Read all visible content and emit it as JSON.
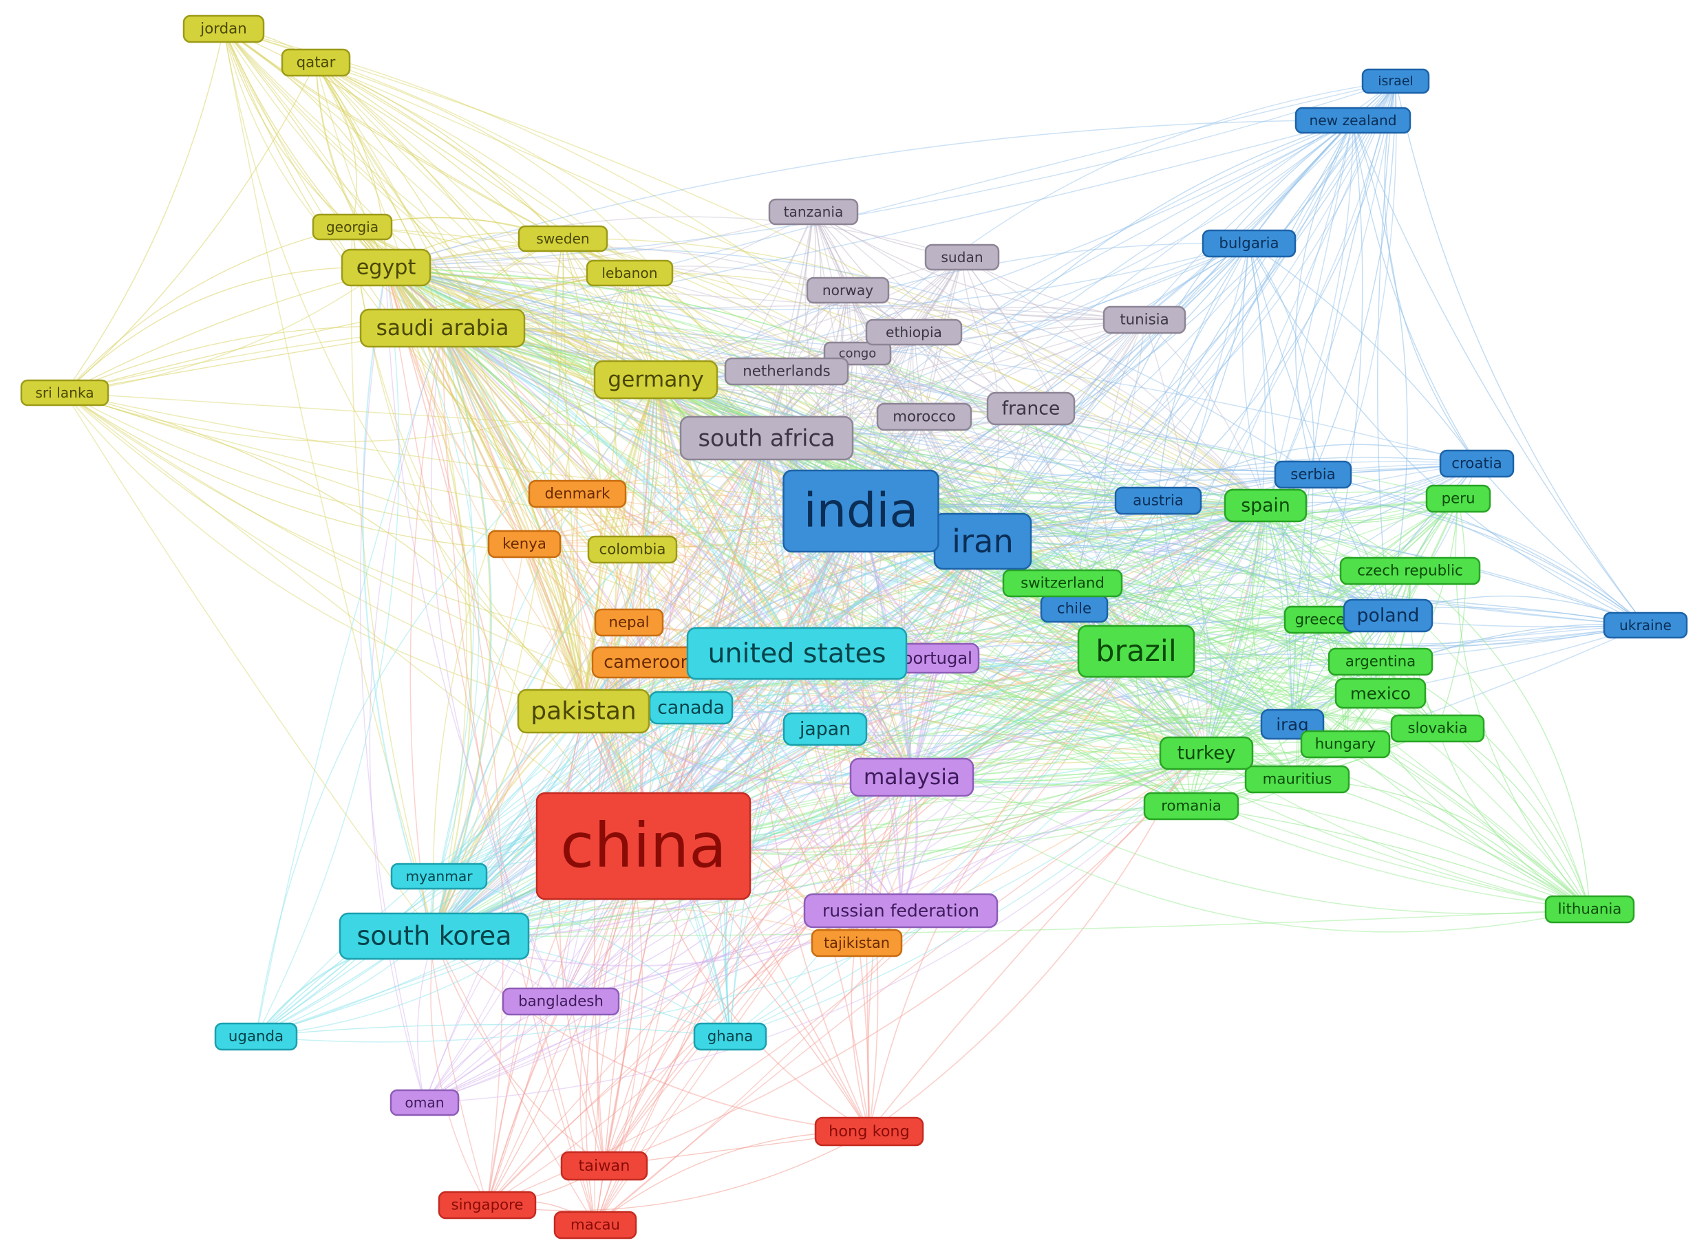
{
  "cluster_colors": {
    "red": {
      "fill": "#f0463a",
      "stroke": "#c42a20",
      "text": "#8a0b06",
      "edge": "#f39a90"
    },
    "yellow": {
      "fill": "#d4d23a",
      "stroke": "#9c9a18",
      "text": "#4a4806",
      "edge": "#d8d260"
    },
    "gray": {
      "fill": "#bcb4c4",
      "stroke": "#8d8595",
      "text": "#3c3644",
      "edge": "#c4bccc"
    },
    "blue": {
      "fill": "#3a8fd8",
      "stroke": "#1c62a8",
      "text": "#0b2e57",
      "edge": "#8cbde8"
    },
    "green": {
      "fill": "#4fe04a",
      "stroke": "#28a424",
      "text": "#0c4a0a",
      "edge": "#8ee888"
    },
    "orange": {
      "fill": "#f79a34",
      "stroke": "#c86c10",
      "text": "#6a2a00",
      "edge": "#f6b880"
    },
    "cyan": {
      "fill": "#3dd6e4",
      "stroke": "#1aa0ae",
      "text": "#06434a",
      "edge": "#86e2ea"
    },
    "purple": {
      "fill": "#c690ea",
      "stroke": "#8d5cb8",
      "text": "#3e1a5c",
      "edge": "#d2b0ee"
    }
  },
  "nodes": [
    {
      "id": "china",
      "label": "china",
      "cluster": "red",
      "weight": 10
    },
    {
      "id": "hong_kong",
      "label": "hong kong",
      "cluster": "red",
      "weight": 2
    },
    {
      "id": "taiwan",
      "label": "taiwan",
      "cluster": "red",
      "weight": 2
    },
    {
      "id": "singapore",
      "label": "singapore",
      "cluster": "red",
      "weight": 1.5
    },
    {
      "id": "macau",
      "label": "macau",
      "cluster": "red",
      "weight": 1.5
    },
    {
      "id": "jordan",
      "label": "jordan",
      "cluster": "yellow",
      "weight": 1.5
    },
    {
      "id": "qatar",
      "label": "qatar",
      "cluster": "yellow",
      "weight": 1.5
    },
    {
      "id": "georgia",
      "label": "georgia",
      "cluster": "yellow",
      "weight": 1.5
    },
    {
      "id": "sweden",
      "label": "sweden",
      "cluster": "yellow",
      "weight": 1.5
    },
    {
      "id": "egypt",
      "label": "egypt",
      "cluster": "yellow",
      "weight": 3
    },
    {
      "id": "lebanon",
      "label": "lebanon",
      "cluster": "yellow",
      "weight": 1.5
    },
    {
      "id": "saudi_arabia",
      "label": "saudi arabia",
      "cluster": "yellow",
      "weight": 3
    },
    {
      "id": "sri_lanka",
      "label": "sri lanka",
      "cluster": "yellow",
      "weight": 1.5
    },
    {
      "id": "germany",
      "label": "germany",
      "cluster": "yellow",
      "weight": 3
    },
    {
      "id": "colombia",
      "label": "colombia",
      "cluster": "yellow",
      "weight": 1.5
    },
    {
      "id": "pakistan",
      "label": "pakistan",
      "cluster": "yellow",
      "weight": 3.5
    },
    {
      "id": "tanzania",
      "label": "tanzania",
      "cluster": "gray",
      "weight": 1.5
    },
    {
      "id": "sudan",
      "label": "sudan",
      "cluster": "gray",
      "weight": 1.5
    },
    {
      "id": "norway",
      "label": "norway",
      "cluster": "gray",
      "weight": 1.5
    },
    {
      "id": "ethiopia",
      "label": "ethiopia",
      "cluster": "gray",
      "weight": 1.5
    },
    {
      "id": "congo",
      "label": "congo",
      "cluster": "gray",
      "weight": 1.3
    },
    {
      "id": "netherlands",
      "label": "netherlands",
      "cluster": "gray",
      "weight": 1.5
    },
    {
      "id": "tunisia",
      "label": "tunisia",
      "cluster": "gray",
      "weight": 1.5
    },
    {
      "id": "france",
      "label": "france",
      "cluster": "gray",
      "weight": 2
    },
    {
      "id": "morocco",
      "label": "morocco",
      "cluster": "gray",
      "weight": 1.5
    },
    {
      "id": "south_africa",
      "label": "south africa",
      "cluster": "gray",
      "weight": 3.5
    },
    {
      "id": "israel",
      "label": "israel",
      "cluster": "blue",
      "weight": 1.3
    },
    {
      "id": "new_zealand",
      "label": "new zealand",
      "cluster": "blue",
      "weight": 1.5
    },
    {
      "id": "bulgaria",
      "label": "bulgaria",
      "cluster": "blue",
      "weight": 1.5
    },
    {
      "id": "india",
      "label": "india",
      "cluster": "blue",
      "weight": 7
    },
    {
      "id": "iran",
      "label": "iran",
      "cluster": "blue",
      "weight": 5
    },
    {
      "id": "austria",
      "label": "austria",
      "cluster": "blue",
      "weight": 1.5
    },
    {
      "id": "serbia",
      "label": "serbia",
      "cluster": "blue",
      "weight": 1.5
    },
    {
      "id": "croatia",
      "label": "croatia",
      "cluster": "blue",
      "weight": 1.3
    },
    {
      "id": "chile",
      "label": "chile",
      "cluster": "blue",
      "weight": 1.5
    },
    {
      "id": "poland",
      "label": "poland",
      "cluster": "blue",
      "weight": 2
    },
    {
      "id": "ukraine",
      "label": "ukraine",
      "cluster": "blue",
      "weight": 1.5
    },
    {
      "id": "iraq",
      "label": "iraq",
      "cluster": "blue",
      "weight": 1.5
    },
    {
      "id": "spain",
      "label": "spain",
      "cluster": "green",
      "weight": 2
    },
    {
      "id": "peru",
      "label": "peru",
      "cluster": "green",
      "weight": 1.3
    },
    {
      "id": "czech_republic",
      "label": "czech republic",
      "cluster": "green",
      "weight": 1.5
    },
    {
      "id": "switzerland",
      "label": "switzerland",
      "cluster": "green",
      "weight": 1.5
    },
    {
      "id": "greece",
      "label": "greece",
      "cluster": "green",
      "weight": 1.5
    },
    {
      "id": "brazil",
      "label": "brazil",
      "cluster": "green",
      "weight": 4.5
    },
    {
      "id": "argentina",
      "label": "argentina",
      "cluster": "green",
      "weight": 1.5
    },
    {
      "id": "mexico",
      "label": "mexico",
      "cluster": "green",
      "weight": 1.5
    },
    {
      "id": "slovakia",
      "label": "slovakia",
      "cluster": "green",
      "weight": 1.5
    },
    {
      "id": "hungary",
      "label": "hungary",
      "cluster": "green",
      "weight": 1.5
    },
    {
      "id": "turkey",
      "label": "turkey",
      "cluster": "green",
      "weight": 2
    },
    {
      "id": "mauritius",
      "label": "mauritius",
      "cluster": "green",
      "weight": 1.5
    },
    {
      "id": "romania",
      "label": "romania",
      "cluster": "green",
      "weight": 1.5
    },
    {
      "id": "lithuania",
      "label": "lithuania",
      "cluster": "green",
      "weight": 1.5
    },
    {
      "id": "denmark",
      "label": "denmark",
      "cluster": "orange",
      "weight": 1.5
    },
    {
      "id": "kenya",
      "label": "kenya",
      "cluster": "orange",
      "weight": 1.5
    },
    {
      "id": "nepal",
      "label": "nepal",
      "cluster": "orange",
      "weight": 1.5
    },
    {
      "id": "cameroon",
      "label": "cameroon",
      "cluster": "orange",
      "weight": 1.8
    },
    {
      "id": "tajikistan",
      "label": "tajikistan",
      "cluster": "orange",
      "weight": 1.5
    },
    {
      "id": "united_states",
      "label": "united states",
      "cluster": "cyan",
      "weight": 4
    },
    {
      "id": "canada",
      "label": "canada",
      "cluster": "cyan",
      "weight": 2
    },
    {
      "id": "japan",
      "label": "japan",
      "cluster": "cyan",
      "weight": 2
    },
    {
      "id": "myanmar",
      "label": "myanmar",
      "cluster": "cyan",
      "weight": 1.5
    },
    {
      "id": "south_korea",
      "label": "south korea",
      "cluster": "cyan",
      "weight": 3.5
    },
    {
      "id": "uganda",
      "label": "uganda",
      "cluster": "cyan",
      "weight": 1.5
    },
    {
      "id": "ghana",
      "label": "ghana",
      "cluster": "cyan",
      "weight": 1.5
    },
    {
      "id": "portugal",
      "label": "portugal",
      "cluster": "purple",
      "weight": 2
    },
    {
      "id": "malaysia",
      "label": "malaysia",
      "cluster": "purple",
      "weight": 3
    },
    {
      "id": "russian_federation",
      "label": "russian federation",
      "cluster": "purple",
      "weight": 2.5
    },
    {
      "id": "bangladesh",
      "label": "bangladesh",
      "cluster": "purple",
      "weight": 1.5
    },
    {
      "id": "oman",
      "label": "oman",
      "cluster": "purple",
      "weight": 1.3
    }
  ],
  "hubs": [
    "china",
    "india",
    "iran",
    "united_states",
    "brazil",
    "pakistan",
    "saudi_arabia",
    "south_africa",
    "malaysia",
    "egypt",
    "germany",
    "south_korea",
    "turkey",
    "spain"
  ]
}
